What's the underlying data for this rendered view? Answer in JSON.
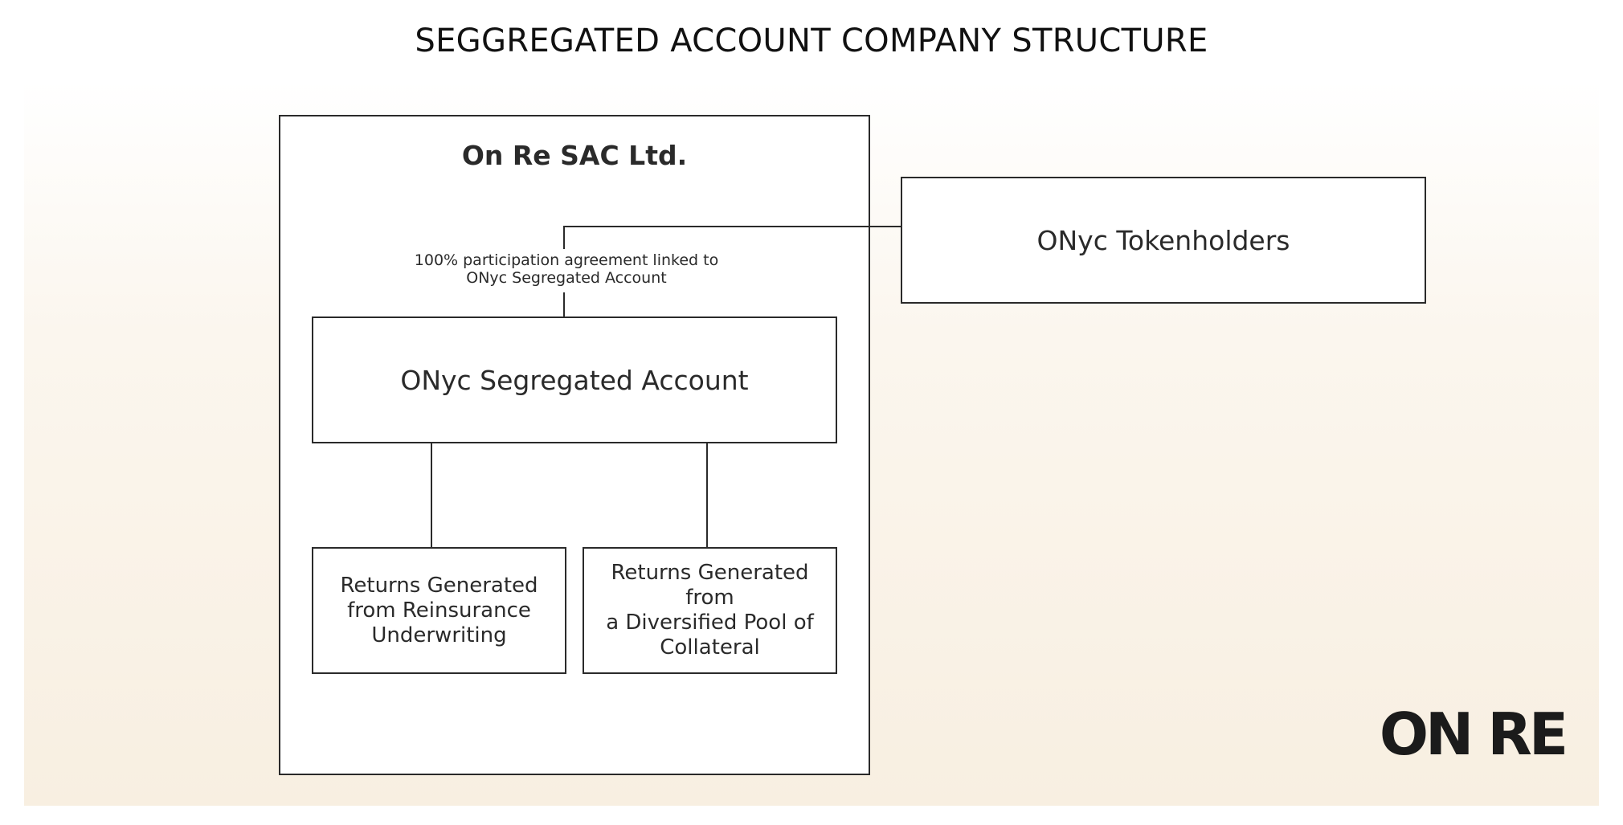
{
  "title": "SEGGREGATED ACCOUNT COMPANY STRUCTURE",
  "company": {
    "name": "On Re SAC Ltd."
  },
  "agreement_label": "100% participation agreement linked to\nONyc Segregated Account",
  "tokenholders": {
    "label": "ONyc Tokenholders"
  },
  "segregated_account": {
    "label": "ONyc Segregated Account"
  },
  "returns": [
    {
      "label": "Returns Generated\nfrom Reinsurance\nUnderwriting"
    },
    {
      "label": "Returns Generated from\na Diversified Pool of\nCollateral"
    }
  ],
  "logo_text": "ON RE",
  "colors": {
    "line": "#2a2a2a",
    "background_tint": "#f8efe1"
  }
}
